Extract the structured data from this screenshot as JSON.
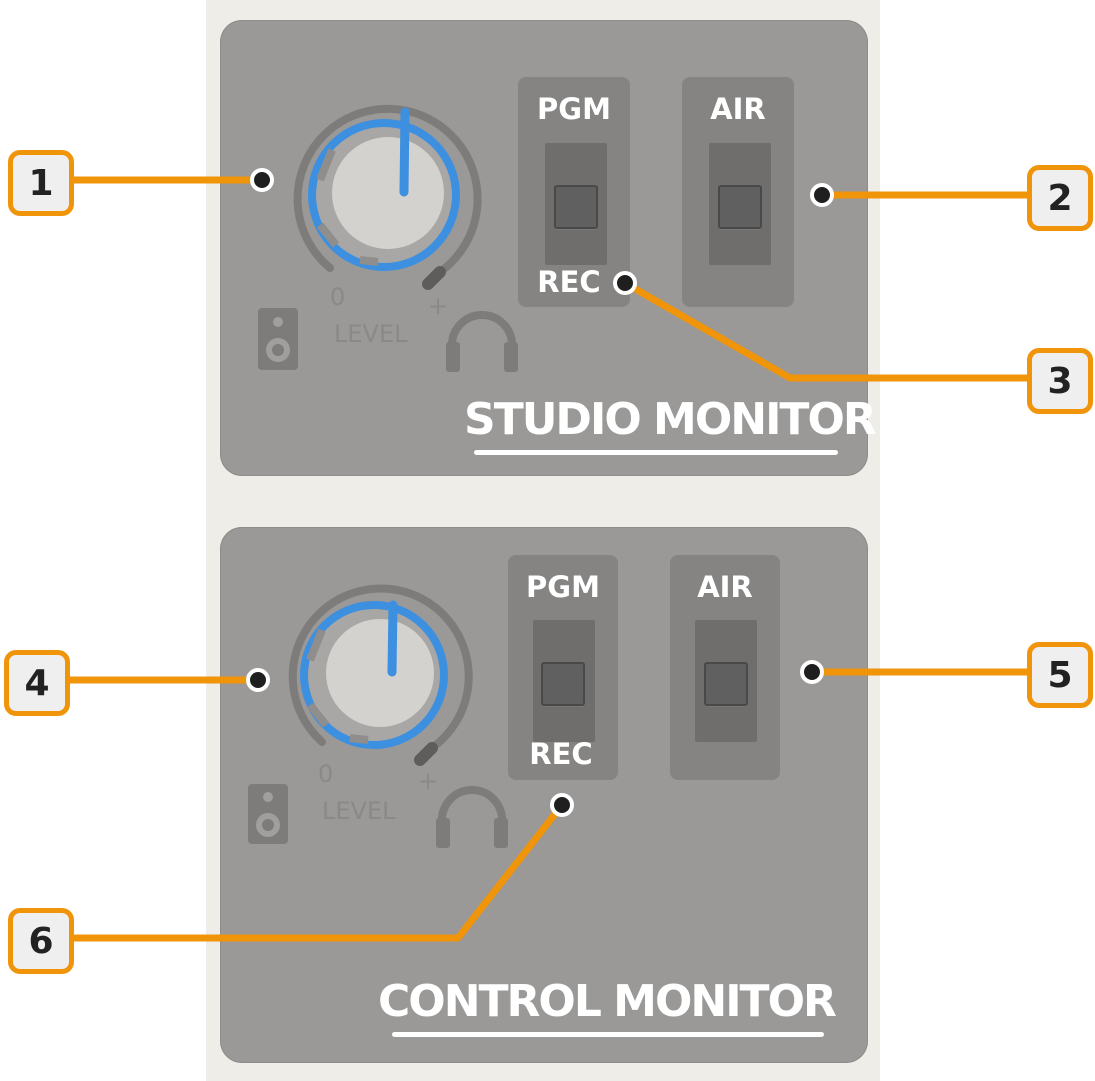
{
  "studio_monitor": {
    "title": "STUDIO MONITOR",
    "level_label": "LEVEL",
    "level_min": "0",
    "level_max": "+",
    "switch_left_top": "PGM",
    "switch_left_bottom": "REC",
    "switch_right_top": "AIR"
  },
  "control_monitor": {
    "title": "CONTROL MONITOR",
    "level_label": "LEVEL",
    "level_min": "0",
    "level_max": "+",
    "switch_left_top": "PGM",
    "switch_left_bottom": "REC",
    "switch_right_top": "AIR"
  },
  "callouts": [
    "1",
    "2",
    "3",
    "4",
    "5",
    "6"
  ],
  "colors": {
    "callout_line": "#f0940a",
    "knob_accent": "#3d8fe0",
    "panel": "#9a9997"
  },
  "icons": {
    "speaker": "speaker-icon",
    "headphones": "headphones-icon"
  }
}
